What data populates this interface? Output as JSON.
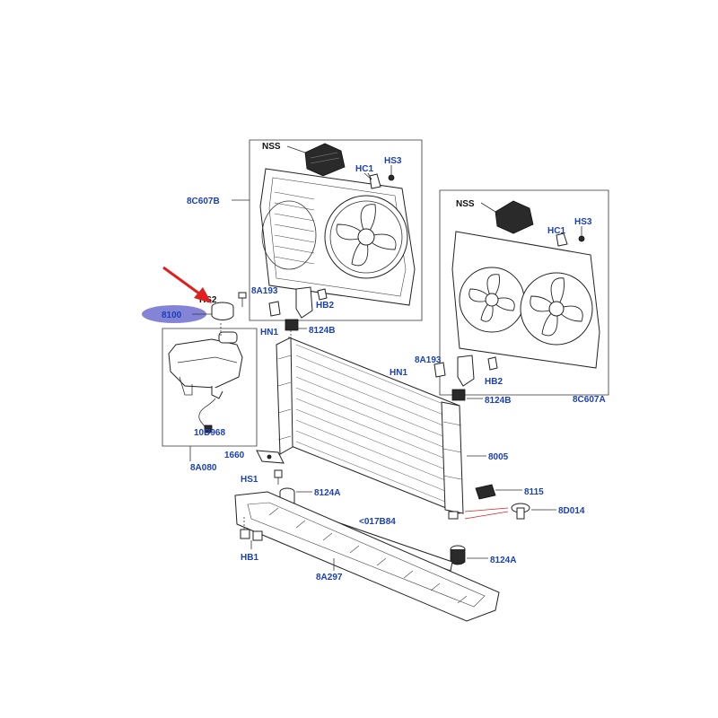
{
  "colors": {
    "label": "#1a3fb8",
    "arrow": "#e02020",
    "highlight": "#6e6fd0"
  },
  "labels": {
    "nss_left": "NSS",
    "hs3_left": "HS3",
    "hc1_left": "HC1",
    "fan_left": "8C607B",
    "nss_right": "NSS",
    "hs3_right": "HS3",
    "hc1_right": "HC1",
    "fan_right": "8C607A",
    "hs2": "HS2",
    "cap": "8100",
    "a193_top": "8A193",
    "hb2_top": "HB2",
    "hn1_top": "HN1",
    "b124_top": "8124B",
    "a193_mid": "8A193",
    "hn1_mid": "HN1",
    "hb2_mid": "HB2",
    "b124_mid": "8124B",
    "radiator": "8005",
    "sensor": "8115",
    "d014": "8D014",
    "d968": "10D968",
    "tank": "8A080",
    "bracket_1660": "1660",
    "hs1": "HS1",
    "a124_left": "8124A",
    "seal": "<017B84",
    "hb1": "HB1",
    "a297": "8A297",
    "a124_right": "8124A"
  }
}
